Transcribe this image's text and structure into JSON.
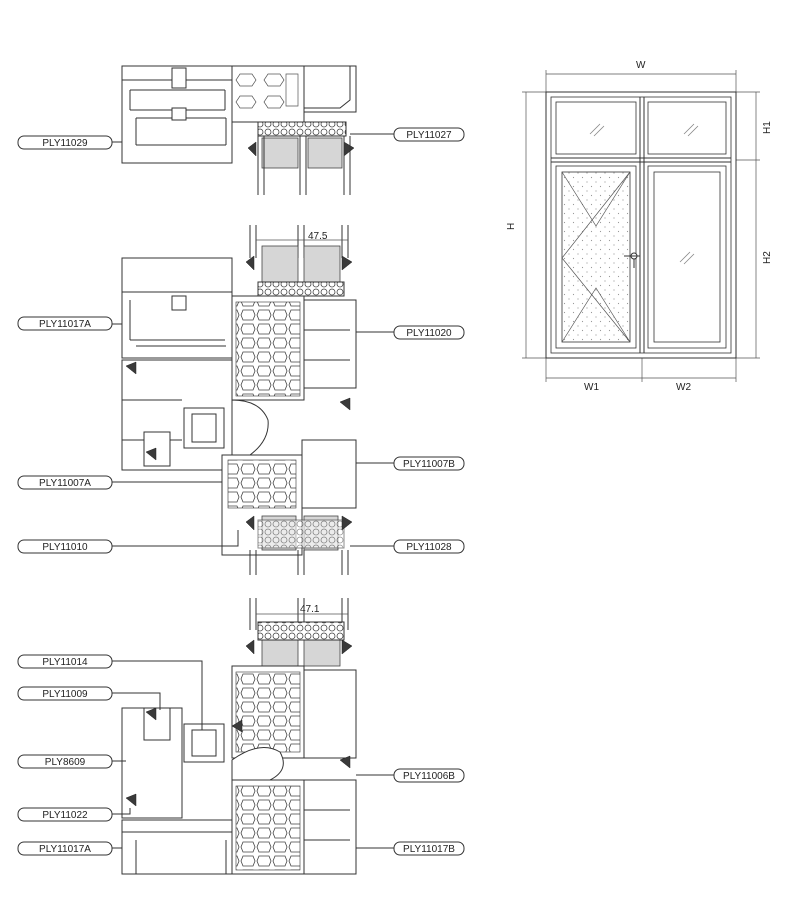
{
  "sections": {
    "top": {
      "labels": {
        "left": "PLY11029",
        "right": "PLY11027"
      }
    },
    "middle": {
      "dimension": "47.5",
      "labels": {
        "left_1": "PLY11017A",
        "right_1": "PLY11020",
        "left_2": "PLY11007A",
        "right_2": "PLY11007B",
        "left_3": "PLY11010",
        "right_3": "PLY11028"
      }
    },
    "bottom": {
      "dimension": "47.1",
      "labels": {
        "left_1": "PLY11014",
        "left_2": "PLY11009",
        "left_3": "PLY8609",
        "right_1": "PLY11006B",
        "left_4": "PLY11022",
        "left_5": "PLY11017A",
        "right_2": "PLY11017B"
      }
    }
  },
  "elevation": {
    "dims": {
      "w": "W",
      "h": "H",
      "h1": "H1",
      "h2": "H2",
      "w1": "W1",
      "w2": "W2"
    }
  }
}
